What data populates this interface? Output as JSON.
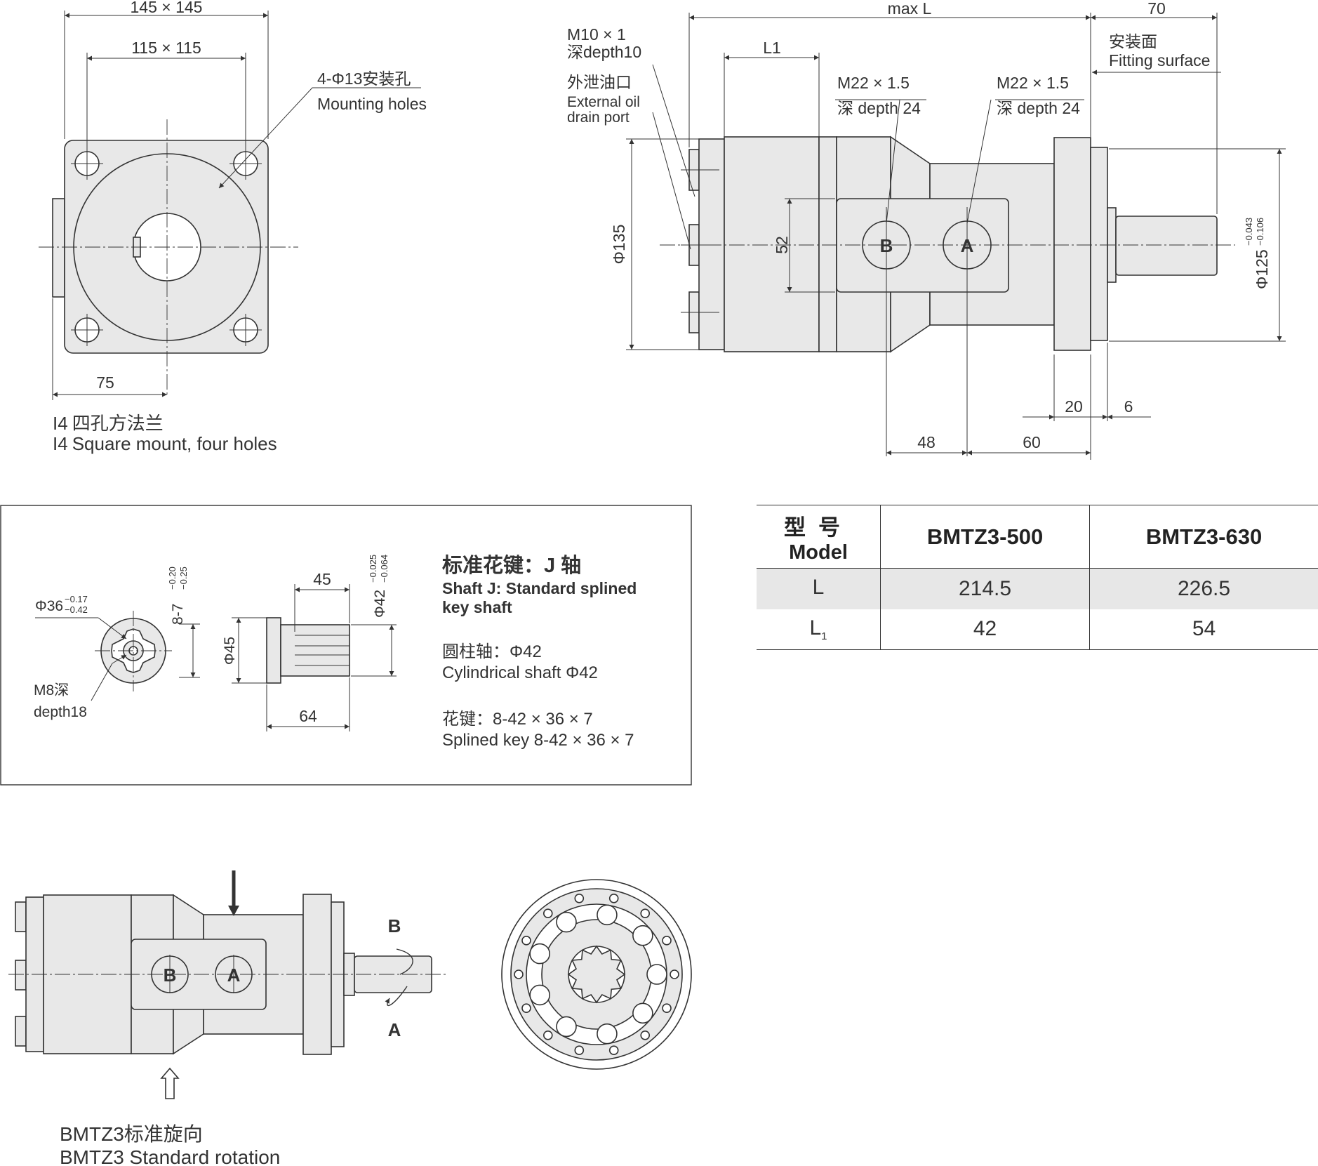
{
  "flange_view": {
    "dim_outer": "145 × 145",
    "dim_inner": "115 × 115",
    "holes_zh": "4-Φ13安装孔",
    "holes_en": "Mounting holes",
    "dim_75": "75",
    "mount_code": "I4",
    "caption_zh": "四孔方法兰",
    "caption_en": "Square mount, four holes"
  },
  "side_view": {
    "max_L": "max L",
    "dim_70": "70",
    "L1": "L1",
    "m10": "M10 × 1",
    "m10_depth": "深depth10",
    "drain_zh": "外泄油口",
    "drain_en1": "External oil",
    "drain_en2": "drain port",
    "portB_thread": "M22 × 1.5",
    "portB_depth": "深 depth 24",
    "portA_thread": "M22 × 1.5",
    "portA_depth": "深 depth 24",
    "fitting_zh": "安装面",
    "fitting_en": "Fitting surface",
    "dia135": "Φ135",
    "dim52": "52",
    "dia125": "Φ125",
    "tol125_up": "−0.043",
    "tol125_low": "−0.106",
    "dim20": "20",
    "dim6": "6",
    "dim48": "48",
    "dim60": "60",
    "port_A": "A",
    "port_B": "B"
  },
  "shaft_box": {
    "title_zh": "标准花键：J 轴",
    "title_en1": "Shaft J: Standard splined",
    "title_en2": "key shaft",
    "cyl_zh": "圆柱轴：Φ42",
    "cyl_en": "Cylindrical shaft Φ42",
    "spline_zh": "花键：8-42 × 36 × 7",
    "spline_en": "Splined key 8-42 × 36 × 7",
    "dia36": "Φ36",
    "tol36_up": "−0.17",
    "tol36_low": "−0.42",
    "key87": "8-7",
    "tol87_up": "−0.20",
    "tol87_low": "−0.25",
    "m8_zh": "M8深",
    "m8_en": "depth18",
    "dim45": "45",
    "dia42": "Φ42",
    "tol42_up": "−0.025",
    "tol42_low": "−0.064",
    "dia45": "Φ45",
    "dim64": "64"
  },
  "model_table": {
    "header_zh": "型号",
    "header_en": "Model",
    "models": [
      "BMTZ3-500",
      "BMTZ3-630"
    ],
    "rows": [
      {
        "param": "L",
        "sub": "",
        "values": [
          "214.5",
          "226.5"
        ]
      },
      {
        "param": "L",
        "sub": "1",
        "values": [
          "42",
          "54"
        ]
      }
    ]
  },
  "rotation_view": {
    "port_A": "A",
    "port_B": "B",
    "caption_zh": "BMTZ3标准旋向",
    "caption_en": "BMTZ3 Standard rotation"
  }
}
